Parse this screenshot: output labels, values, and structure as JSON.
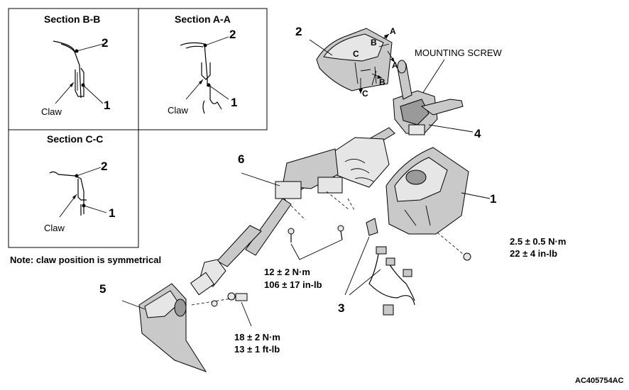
{
  "sections": {
    "bb": {
      "title": "Section B-B",
      "part_top": "2",
      "part_bottom": "1",
      "claw": "Claw"
    },
    "aa": {
      "title": "Section A-A",
      "part_top": "2",
      "part_bottom": "1",
      "claw": "Claw"
    },
    "cc": {
      "title": "Section C-C",
      "part_top": "2",
      "part_bottom": "1",
      "claw": "Claw"
    }
  },
  "note": "Note: claw position is symmetrical",
  "cover": {
    "part": "2",
    "arrows": {
      "a_top": "A",
      "a_bottom": "A",
      "b_top": "B",
      "b_bottom": "B",
      "c_top": "C",
      "c_bottom": "C"
    }
  },
  "mounting_screw": "MOUNTING SCREW",
  "parts": {
    "p1": "1",
    "p3": "3",
    "p4": "4",
    "p5": "5",
    "p6": "6"
  },
  "torques": {
    "column_bolts": {
      "metric": "12 ± 2 N·m",
      "imperial": "106 ± 17 in-lb"
    },
    "lower_cover": {
      "metric": "2.5 ± 0.5 N·m",
      "imperial": "22 ± 4 in-lb"
    },
    "bracket": {
      "metric": "18 ± 2 N·m",
      "imperial": "13 ± 1 ft-lb"
    }
  },
  "code": "AC405754AC"
}
